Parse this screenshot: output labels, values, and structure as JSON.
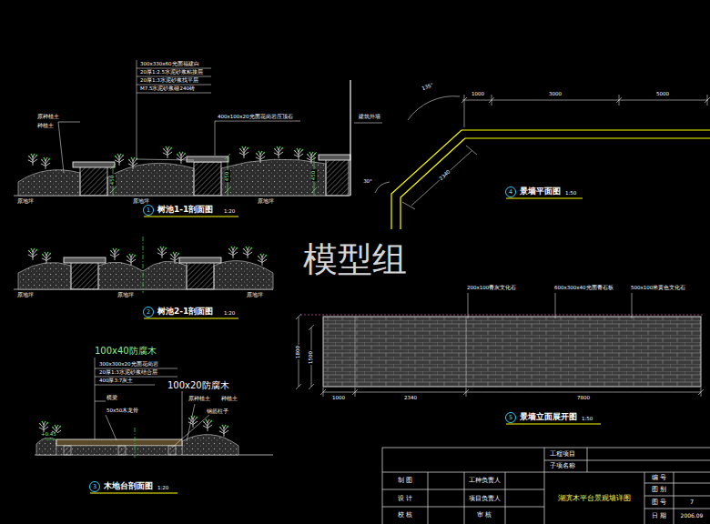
{
  "diagram": {
    "labels": [
      "300x330x60光面福建白",
      "20厚1:2.5水泥砂浆粘接层",
      "20厚1:3水泥砂浆找平层",
      "M7.5水泥砂浆砌240砖",
      "原种植土",
      "种植土",
      "400x100x20光面花岗岩压顶石",
      "450",
      "450",
      "450",
      "原地坪",
      "原地坪",
      "原地坪",
      "建筑外墙",
      "1",
      "树池1-1剖面图",
      "1:20",
      "原地坪",
      "原地坪",
      "原地坪",
      "2",
      "树池2-1剖面图",
      "1:20",
      "100x40防腐木",
      "300x300x20光面花岗岩",
      "20厚1:3水泥砂浆结合层",
      "400厚3:7灰土",
      "100x20防腐木",
      "横梁",
      "50x50木龙骨",
      "原种植土",
      "种植土",
      "钢筋柱子",
      "+0.45",
      "3",
      "木地台剖面图",
      "1:20",
      "135°",
      "1000",
      "3000",
      "5000",
      "2340",
      "30°",
      "4",
      "景墙平面图",
      "1:50",
      "200x100青灰文化石",
      "600x300x40光面青石板",
      "500x100米黄色文化石",
      "1800",
      "1500",
      "1000",
      "2340",
      "7800",
      "5",
      "景墙立面展开图",
      "1:50",
      "模型组",
      "工程项目",
      "子项名称",
      "制 图",
      "设 计",
      "校 核",
      "工种负责人",
      "项目负责人",
      "审 核",
      "湖滨木平台景观墙详图",
      "编 号",
      "图 别",
      "图 号",
      "日 期",
      "7",
      "2006.09"
    ]
  }
}
